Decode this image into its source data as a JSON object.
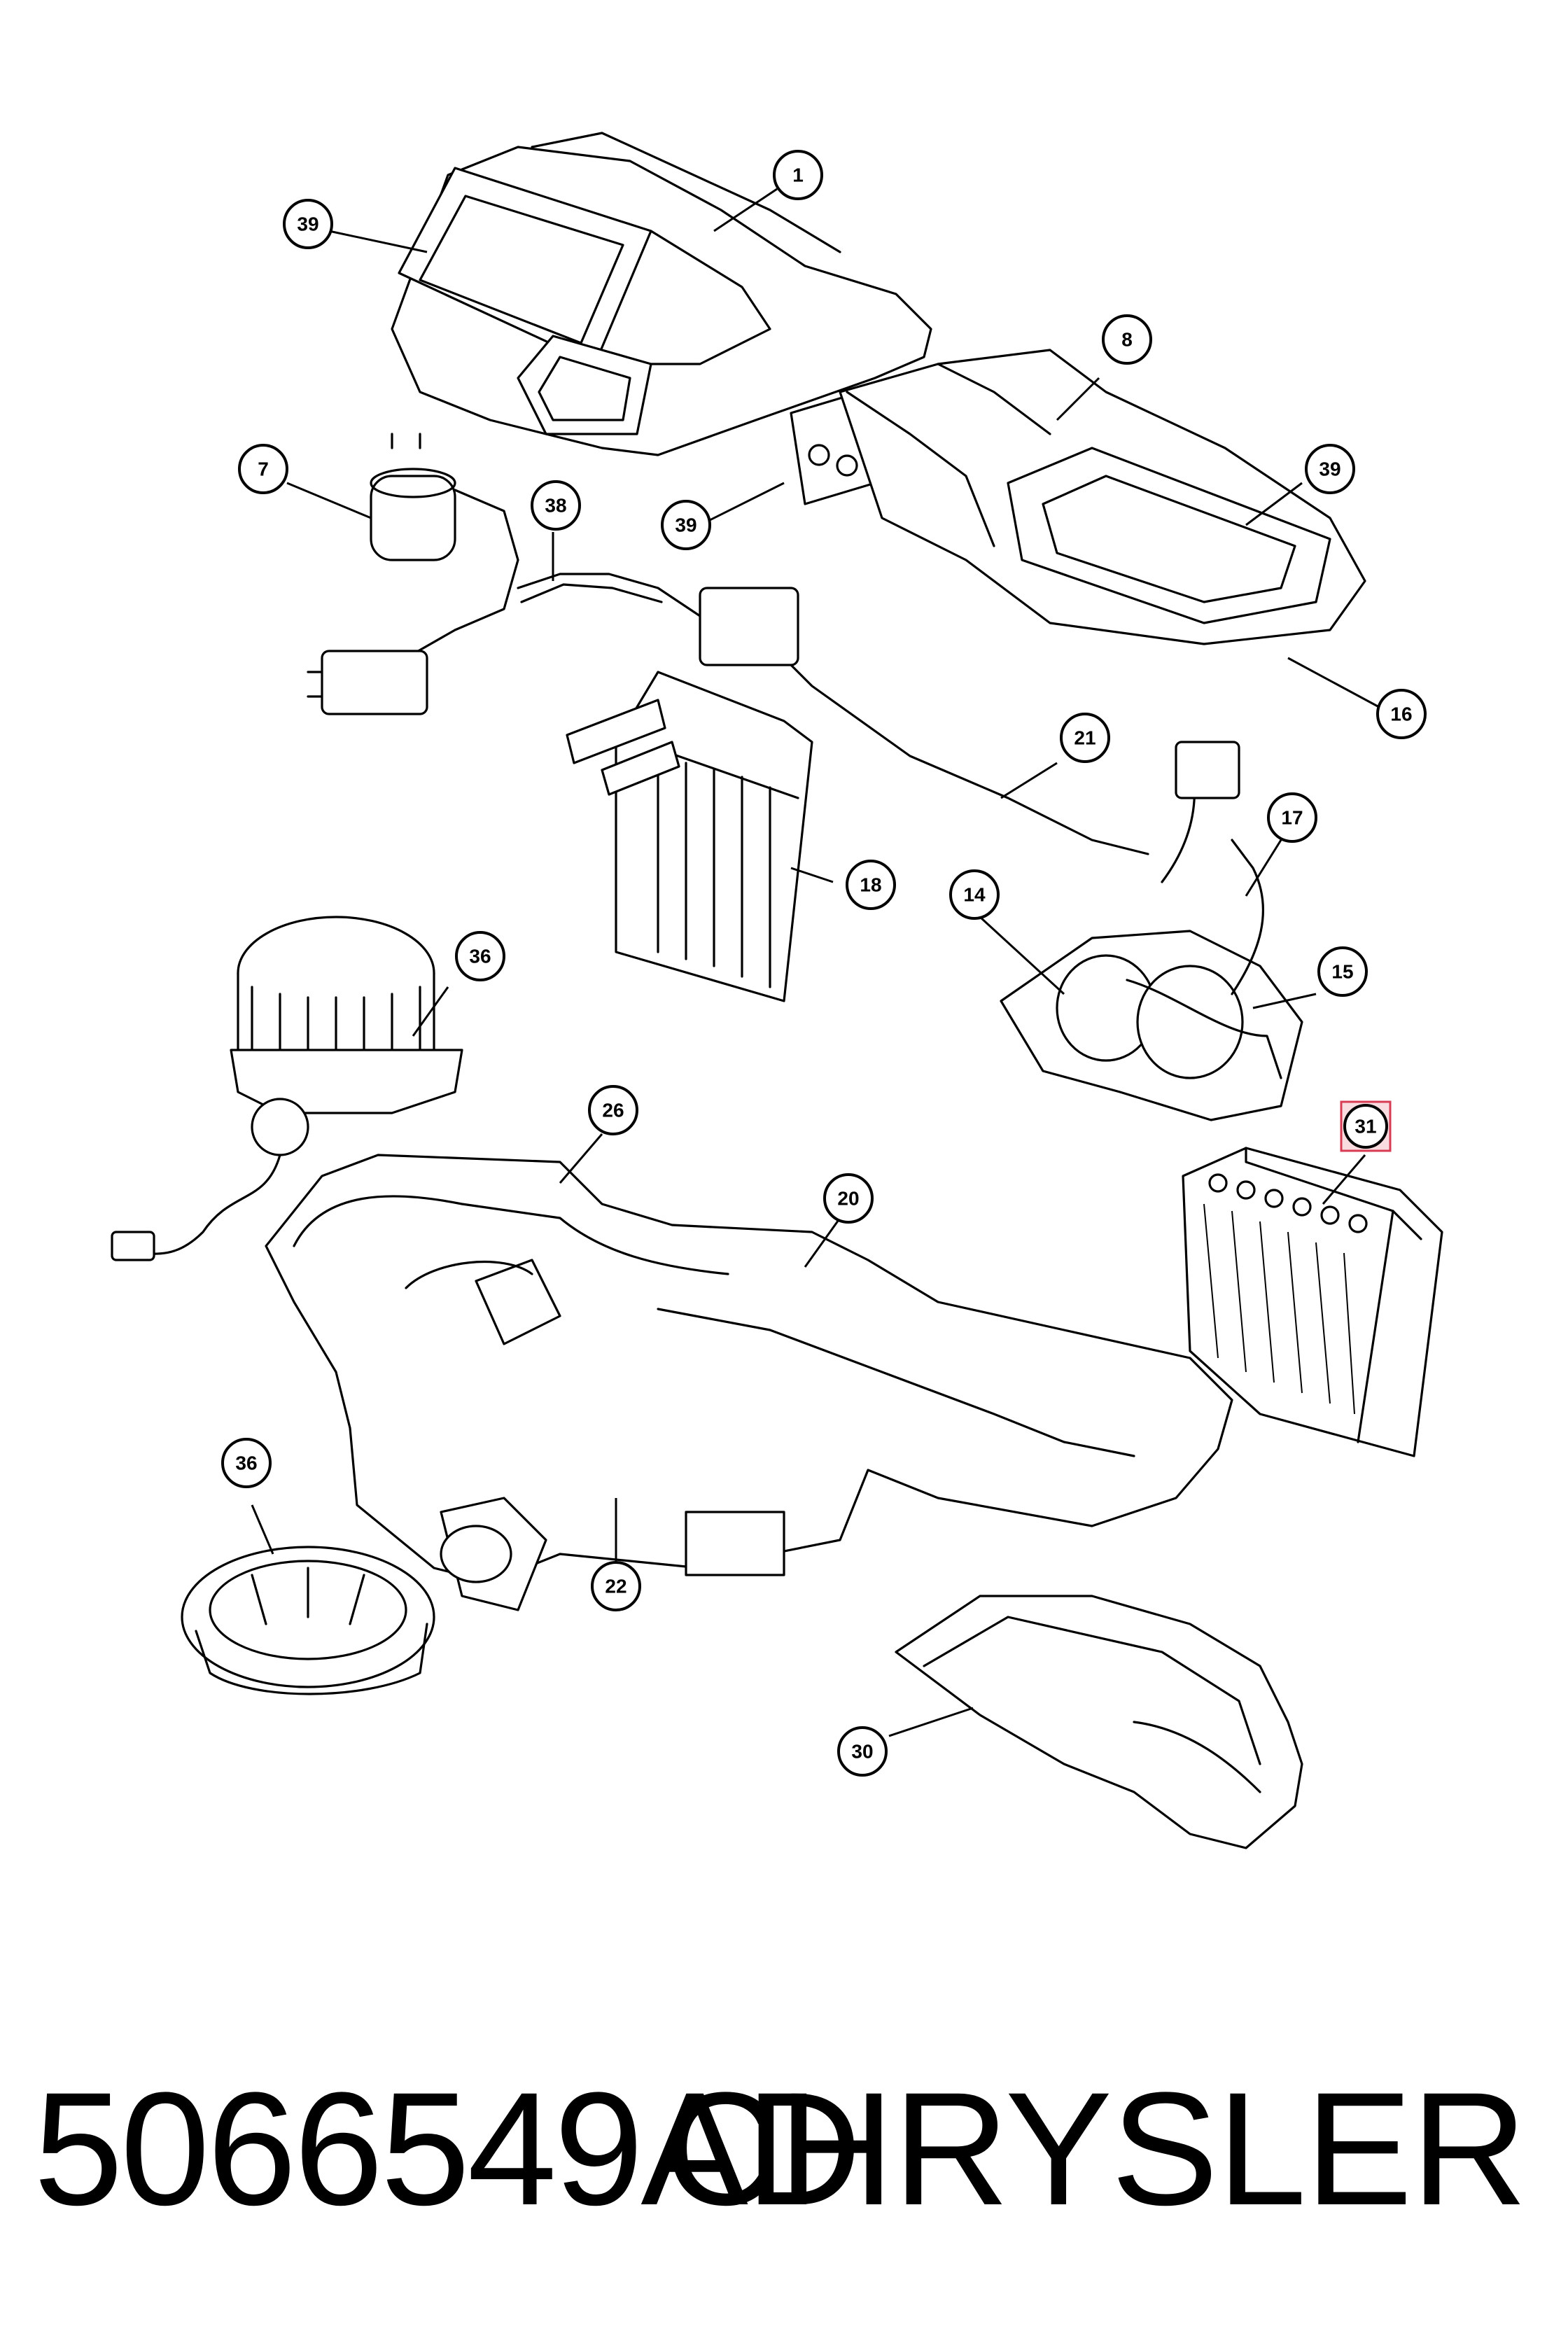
{
  "footer": {
    "part_number": "5066549AD",
    "brand": "CHRYSLER"
  },
  "callouts": {
    "c1": "1",
    "c39a": "39",
    "c39b": "39",
    "c39c": "39",
    "c8": "8",
    "c7": "7",
    "c38": "38",
    "c16": "16",
    "c21": "21",
    "c17": "17",
    "c18": "18",
    "c14": "14",
    "c15": "15",
    "c36a": "36",
    "c36b": "36",
    "c26": "26",
    "c31": "31",
    "c20": "20",
    "c22": "22",
    "c30": "30"
  },
  "highlight": {
    "color": "#d83c55",
    "callout": "31"
  }
}
